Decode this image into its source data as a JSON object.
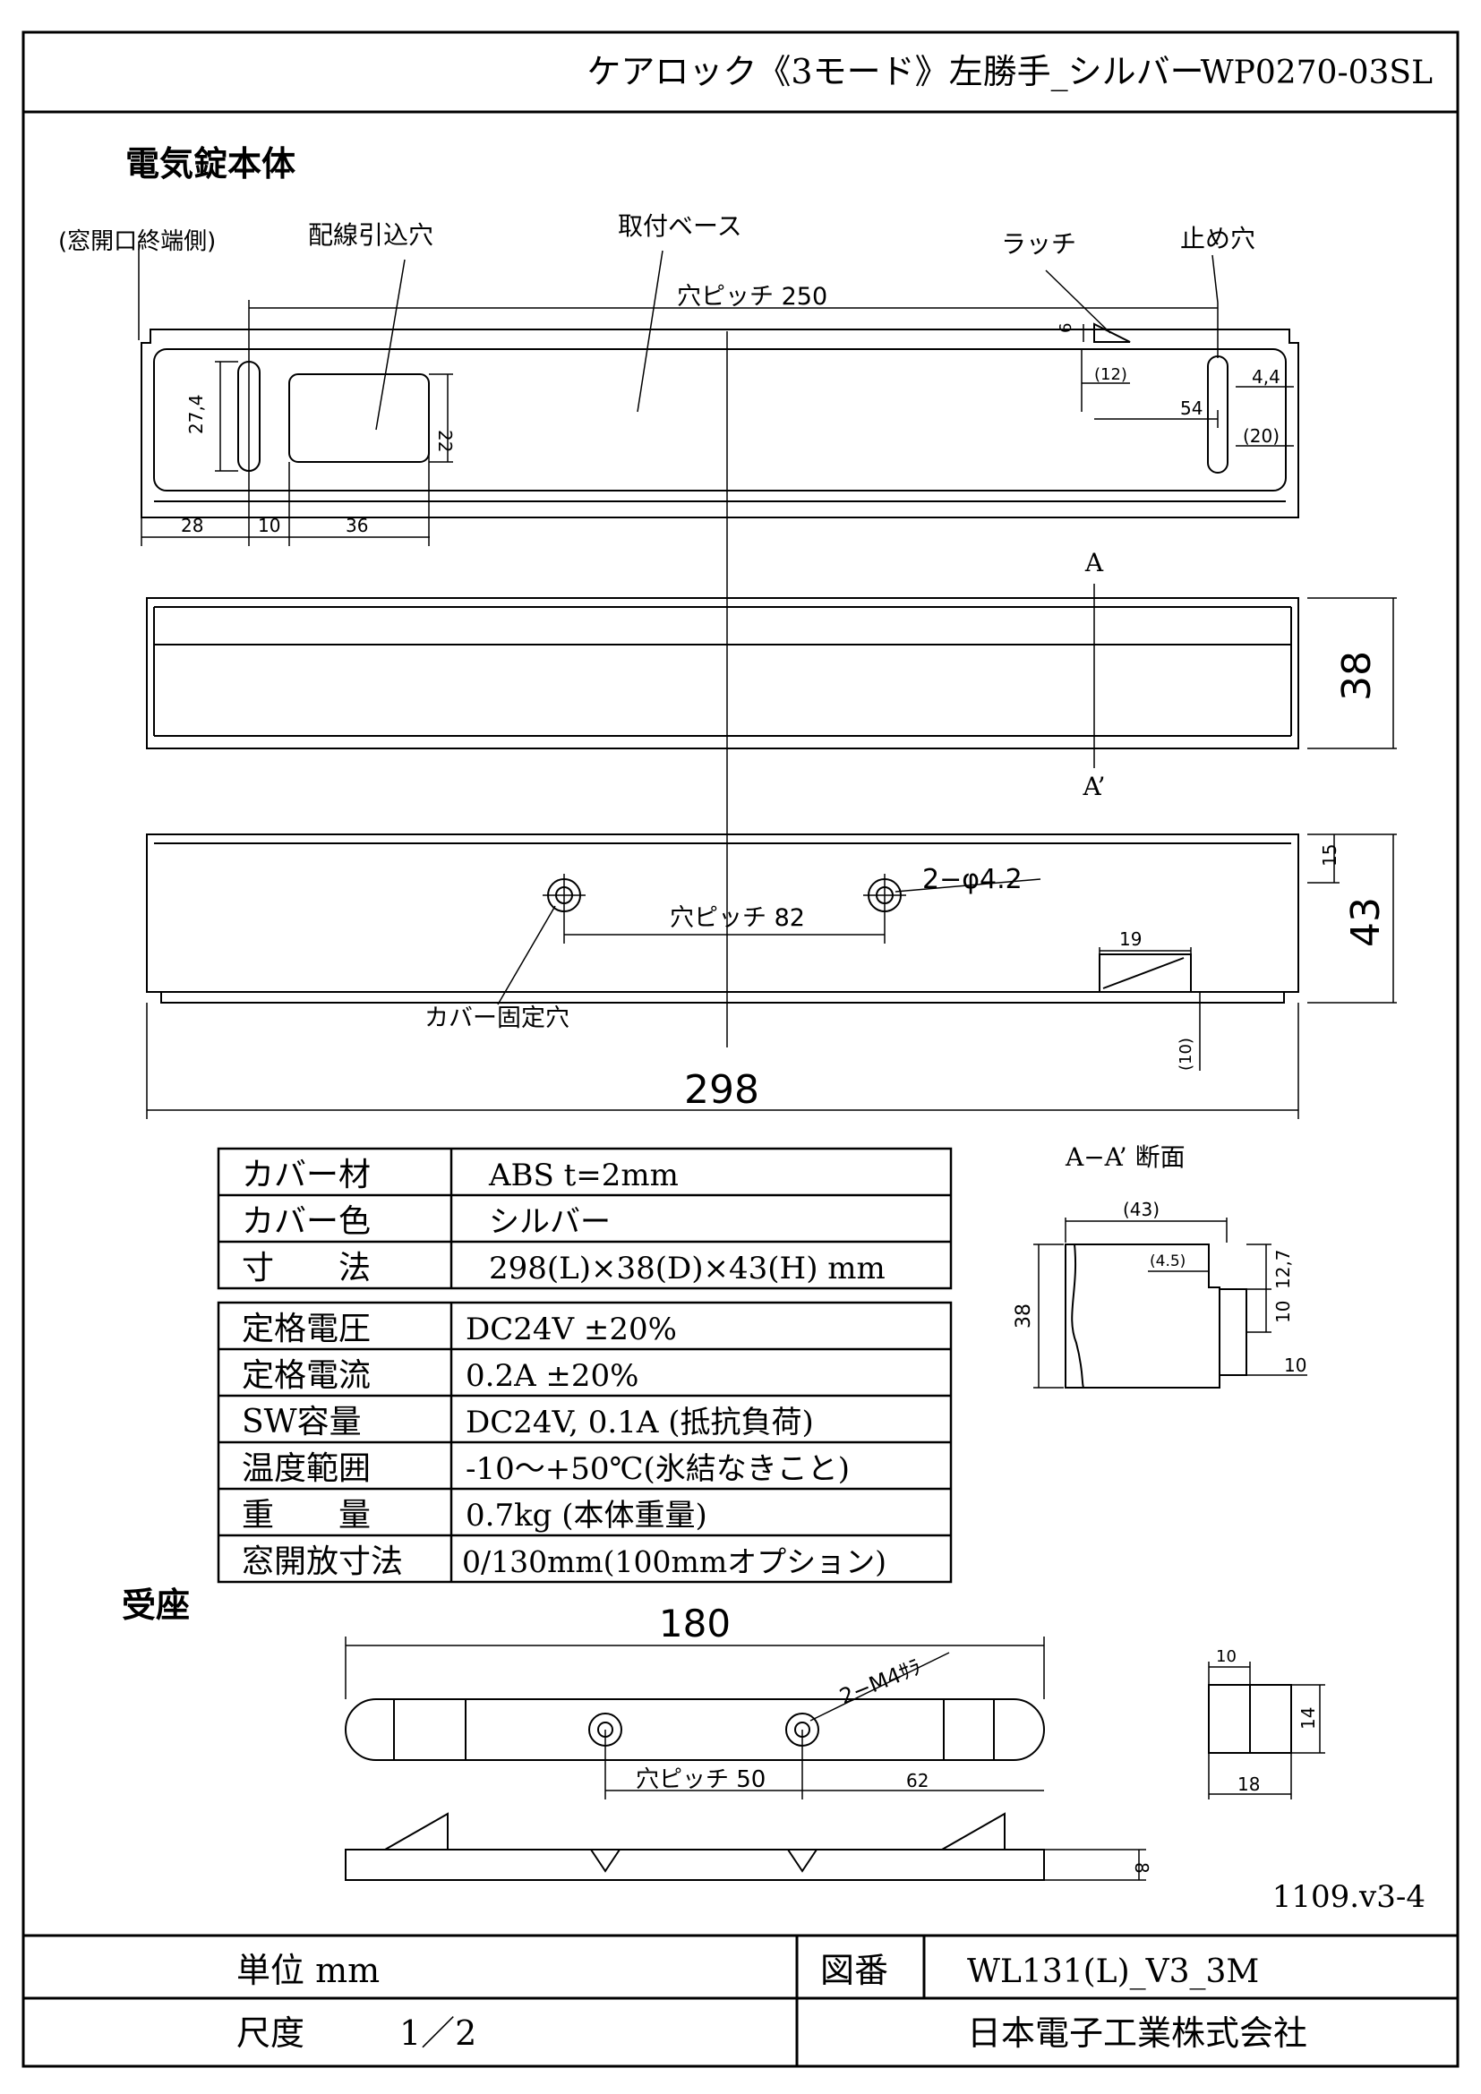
{
  "header": {
    "title": "ケアロック《3モード》左勝手_シルバー",
    "code": "WP0270-03SL"
  },
  "lock_body": {
    "heading": "電気錠本体",
    "top_view": {
      "labels": {
        "window_side": "(窓開口終端側)",
        "wiring_hole": "配線引込穴",
        "base": "取付ベース",
        "latch": "ラッチ",
        "stop_hole": "止め穴",
        "hole_pitch": "穴ピッチ 250"
      },
      "dims": {
        "d6": "6",
        "d12": "(12)",
        "d4_4": "4,4",
        "d54": "54",
        "d20": "(20)",
        "d27_4": "27,4",
        "d22": "22",
        "d28": "28",
        "d10": "10",
        "d36": "36"
      }
    },
    "front_view": {
      "section_a": "A",
      "section_a2": "A’",
      "height": "38"
    },
    "bottom_view": {
      "d15": "15",
      "d43": "43",
      "holes": "2−φ4.2",
      "hole_pitch": "穴ピッチ 82",
      "d19": "19",
      "d10": "(10)",
      "cover_hole": "カバー固定穴",
      "length": "298"
    },
    "section": {
      "title": "A−A’ 断面",
      "d43": "(43)",
      "d4_5": "(4.5)",
      "d12_7": "12,7",
      "d10": "10",
      "d38": "38",
      "d10b": "10"
    }
  },
  "spec_table_1": [
    {
      "label": "カバー材",
      "value": "ABS  t=2mm"
    },
    {
      "label": "カバー色",
      "value": "シルバー"
    },
    {
      "label": "寸　　法",
      "value": "298(L)×38(D)×43(H) mm"
    }
  ],
  "spec_table_2": [
    {
      "label": "定格電圧",
      "value": "DC24V ±20%"
    },
    {
      "label": "定格電流",
      "value": "0.2A ±20%"
    },
    {
      "label": "SW容量",
      "value": "DC24V, 0.1A (抵抗負荷)"
    },
    {
      "label": "温度範囲",
      "value": "-10〜+50℃(氷結なきこと)"
    },
    {
      "label": "重　　量",
      "value": "0.7kg (本体重量)"
    },
    {
      "label": "窓開放寸法",
      "value": "0/130mm(100mmオプション)"
    }
  ],
  "strike": {
    "heading": "受座",
    "length": "180",
    "screws": "2−M4ｻﾗ",
    "hole_pitch": "穴ピッチ 50",
    "d62": "62",
    "d8": "8",
    "side_d10": "10",
    "side_d14": "14",
    "side_d18": "18"
  },
  "version": "1109.v3-4",
  "footer": {
    "unit": "単位 mm",
    "drawing_no_label": "図番",
    "drawing_no": "WL131(L)_V3_3M",
    "scale_label": "尺度",
    "scale": "1／2",
    "company": "日本電子工業株式会社"
  }
}
